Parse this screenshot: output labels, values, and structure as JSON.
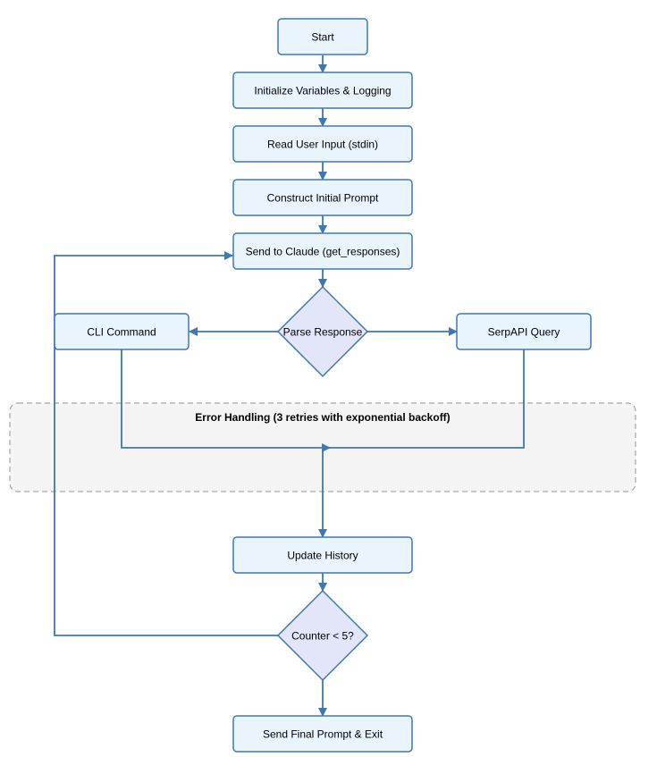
{
  "colors": {
    "box_fill": "#eaf4fd",
    "box_stroke": "#3e78b0",
    "decision_fill": "#e3e5f8",
    "edge": "#3e78b0",
    "group_fill": "#f4f4f4",
    "group_stroke": "#a6a6a6"
  },
  "group": {
    "label": "Error Handling (3 retries with exponential backoff)"
  },
  "nodes": {
    "start": "Start",
    "init": "Initialize Variables & Logging",
    "read_input": "Read User Input (stdin)",
    "construct_prompt": "Construct Initial Prompt",
    "send_claude": "Send to Claude (get_responses)",
    "parse_response": "Parse Response",
    "cli_command": "CLI Command",
    "serpapi_query": "SerpAPI Query",
    "update_history": "Update History",
    "counter_check": "Counter < 5?",
    "final_exit": "Send Final Prompt & Exit"
  }
}
